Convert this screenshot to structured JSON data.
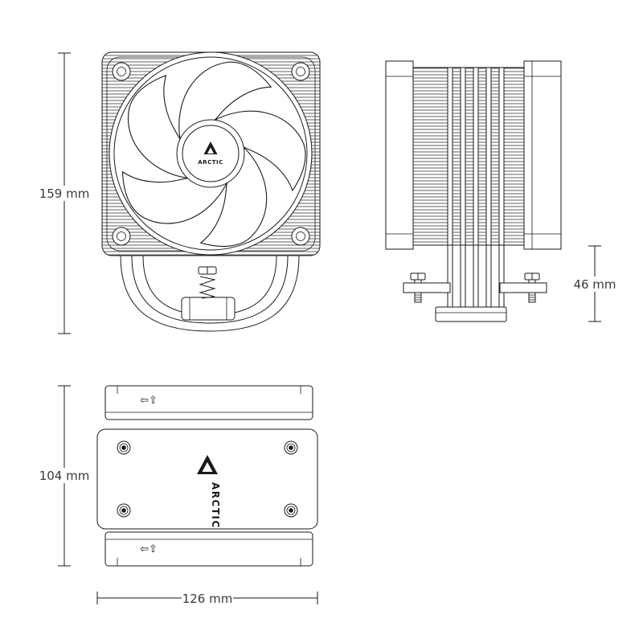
{
  "brand": {
    "name": "ARCTIC"
  },
  "dimensions": {
    "total_height": "159 mm",
    "base_clearance": "46 mm",
    "depth": "104 mm",
    "width": "126 mm"
  },
  "glyphs": {
    "orientation_arrows": "⇦⇧"
  },
  "colors": {
    "line": "#1a1a1a",
    "label": "#3a3a3a",
    "background": "#ffffff"
  }
}
